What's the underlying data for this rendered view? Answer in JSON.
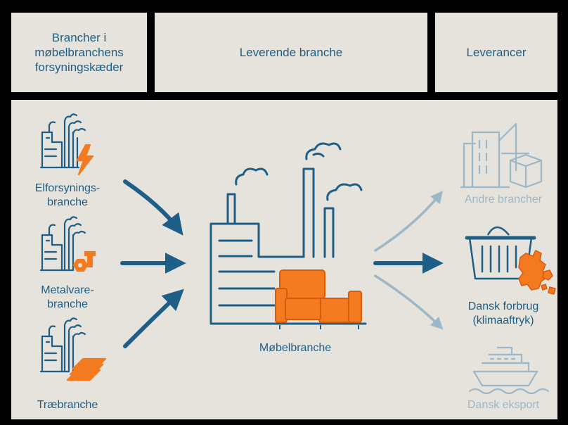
{
  "headers": {
    "col1": [
      "Brancher i",
      "møbelbranchens",
      "forsyningskæder"
    ],
    "col2": "Leverende branche",
    "col3": "Leverancer"
  },
  "inputs": [
    {
      "label_lines": [
        "Elforsynings-",
        "branche"
      ],
      "icon": "factory-lightning-icon"
    },
    {
      "label_lines": [
        "Metalvare-",
        "branche"
      ],
      "icon": "factory-bolt-nut-icon"
    },
    {
      "label_lines": [
        "Træbranche"
      ],
      "icon": "factory-wood-planks-icon"
    }
  ],
  "center": {
    "label": "Møbelbranche",
    "icon": "furniture-factory-icon"
  },
  "outputs": [
    {
      "label_lines": [
        "Andre brancher"
      ],
      "icon": "buildings-box-icon",
      "emphasis": "muted"
    },
    {
      "label_lines": [
        "Dansk forbrug",
        "(klimaaftryk)"
      ],
      "icon": "basket-denmark-icon",
      "emphasis": "strong"
    },
    {
      "label_lines": [
        "Dansk eksport"
      ],
      "icon": "ship-icon",
      "emphasis": "muted"
    }
  ],
  "colors": {
    "dark_blue": "#1d5f86",
    "light_blue": "#9bb8c8",
    "orange": "#f47a20",
    "panel": "#e6e2dc",
    "frame": "#000000"
  }
}
